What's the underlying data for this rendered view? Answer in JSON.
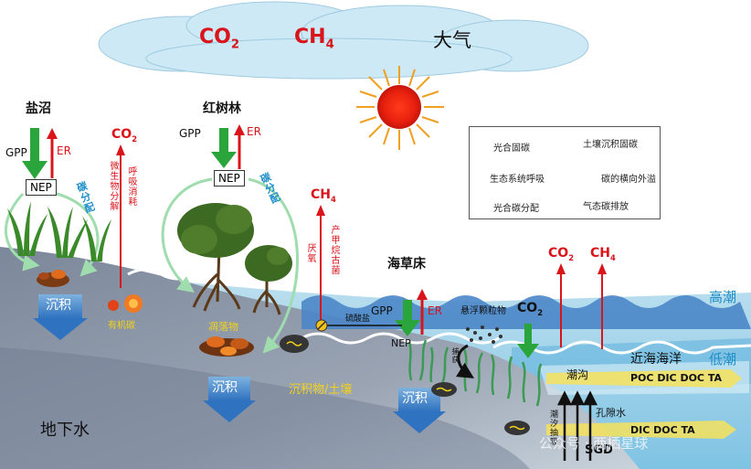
{
  "atmosphere": {
    "co2": "CO",
    "co2_sub": "2",
    "ch4": "CH",
    "ch4_sub": "4",
    "label": "大气"
  },
  "salt_marsh": {
    "title": "盐沼",
    "gpp": "GPP",
    "er": "ER",
    "nep": "NEP",
    "carbon_allocation": "碳分配",
    "co2": "CO",
    "co2_sub": "2",
    "microbial_decomposition": "微生物分解",
    "respiration": "呼吸消耗",
    "organic_carbon": "有机碳",
    "sediment": "沉积"
  },
  "mangrove": {
    "title": "红树林",
    "gpp": "GPP",
    "er": "ER",
    "nep": "NEP",
    "carbon_allocation": "碳分配",
    "litter": "凋落物",
    "sediment": "沉积"
  },
  "methane": {
    "ch4": "CH",
    "ch4_sub": "4",
    "anaerobic": "厌氧",
    "methanogen": "产甲烷古菌",
    "sulfate": "硫酸盐"
  },
  "seagrass": {
    "title": "海草床",
    "gpp": "GPP",
    "er": "ER",
    "nep": "NEP",
    "suspended": "悬浮颗粒物",
    "capture": "捕获",
    "co2": "CO",
    "co2_sub": "2",
    "sediment": "沉积"
  },
  "ocean": {
    "co2": "CO",
    "co2_sub": "2",
    "ch4": "CH",
    "ch4_sub": "4",
    "high_tide": "高潮",
    "low_tide": "低潮",
    "coastal_ocean": "近海海洋",
    "tidal_creek": "潮沟",
    "export_species": "POC DIC DOC TA",
    "pore_water": "孔隙水",
    "pore_species": "DIC DOC TA",
    "tidal_pumping": "潮汐抽吸",
    "sgd": "SGD"
  },
  "ground": {
    "sediment_soil": "沉积物/土壤",
    "groundwater": "地下水"
  },
  "legend": {
    "photosynthesis": "光合固碳",
    "soil_burial": "土壤沉积固碳",
    "ecosystem_respiration": "生态系统呼吸",
    "lateral_export": "碳的横向外溢",
    "photo_allocation": "光合碳分配",
    "gas_emission": "气态碳排放"
  },
  "watermark": "公众号 · 两栖星球",
  "colors": {
    "red": "#d9141b",
    "green": "#2aa53c",
    "blue": "#1f8fc8",
    "yellow": "#f2d21a",
    "sky": "#bfe4f4",
    "sea": "#a9d6ea",
    "ground": "#8a95a6"
  }
}
